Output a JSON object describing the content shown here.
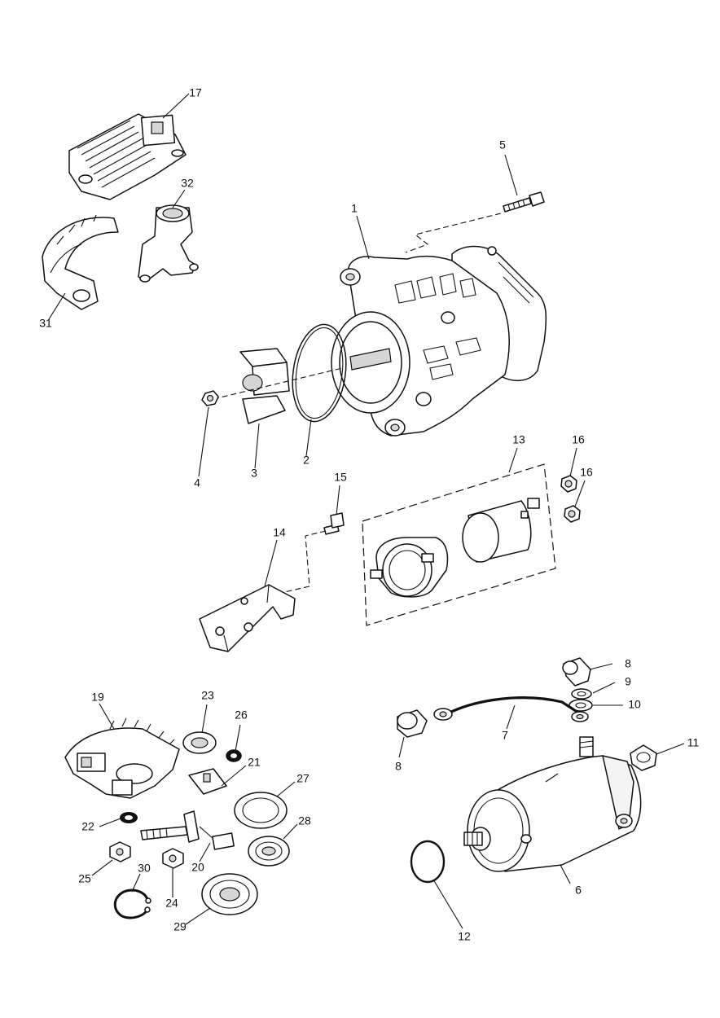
{
  "colors": {
    "line": "#111111",
    "background": "#ffffff",
    "shade": "#d6d6d6"
  },
  "callouts": [
    {
      "id": "c1",
      "text": "1"
    },
    {
      "id": "c2",
      "text": "2"
    },
    {
      "id": "c3",
      "text": "3"
    },
    {
      "id": "c4",
      "text": "4"
    },
    {
      "id": "c5",
      "text": "5"
    },
    {
      "id": "c6",
      "text": "6"
    },
    {
      "id": "c7",
      "text": "7"
    },
    {
      "id": "c8a",
      "text": "8"
    },
    {
      "id": "c8b",
      "text": "8"
    },
    {
      "id": "c9",
      "text": "9"
    },
    {
      "id": "c10",
      "text": "10"
    },
    {
      "id": "c11",
      "text": "11"
    },
    {
      "id": "c12",
      "text": "12"
    },
    {
      "id": "c13",
      "text": "13"
    },
    {
      "id": "c14",
      "text": "14"
    },
    {
      "id": "c15",
      "text": "15"
    },
    {
      "id": "c16a",
      "text": "16"
    },
    {
      "id": "c16b",
      "text": "16"
    },
    {
      "id": "c17",
      "text": "17"
    },
    {
      "id": "c19",
      "text": "19"
    },
    {
      "id": "c20",
      "text": "20"
    },
    {
      "id": "c21",
      "text": "21"
    },
    {
      "id": "c22",
      "text": "22"
    },
    {
      "id": "c23",
      "text": "23"
    },
    {
      "id": "c24",
      "text": "24"
    },
    {
      "id": "c25",
      "text": "25"
    },
    {
      "id": "c26",
      "text": "26"
    },
    {
      "id": "c27",
      "text": "27"
    },
    {
      "id": "c28",
      "text": "28"
    },
    {
      "id": "c29",
      "text": "29"
    },
    {
      "id": "c30",
      "text": "30"
    },
    {
      "id": "c31",
      "text": "31"
    },
    {
      "id": "c32",
      "text": "32"
    }
  ]
}
